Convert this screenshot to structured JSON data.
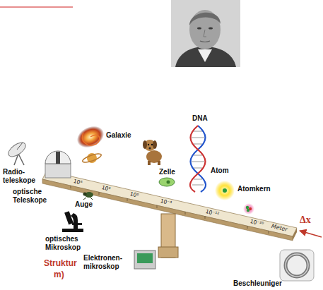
{
  "diagram": {
    "labels": [
      "DNA",
      "Galaxie",
      "Zelle",
      "Atom",
      "Radio- teleskope",
      "Atomkern",
      "optische Teleskope",
      "10⁸",
      "10⁴",
      "10⁰",
      "Auge",
      "10⁻⁴",
      "10⁻¹²",
      "Δx",
      "10⁻²⁰",
      "Meter",
      "optisches Mikroskop",
      "Elektronen- mikroskop",
      "Struktur",
      "m)",
      "Beschleuniger"
    ]
  }
}
